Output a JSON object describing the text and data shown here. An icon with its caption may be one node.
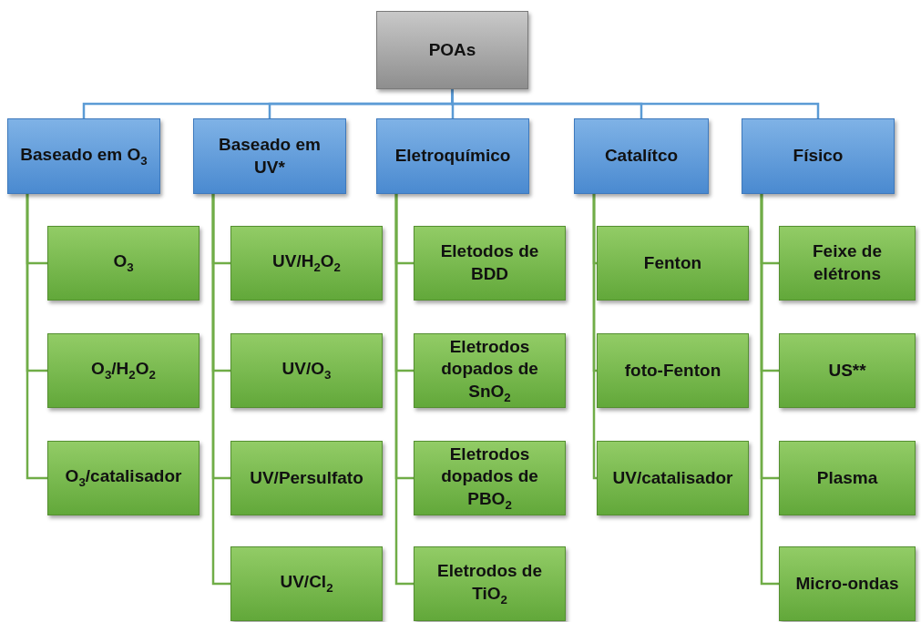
{
  "diagram": {
    "nodes": [
      {
        "text": [
          "POAs"
        ]
      },
      {
        "text": [
          "Baseado em O$_{3}$"
        ]
      },
      {
        "text": [
          "Baseado em UV*"
        ]
      },
      {
        "text": [
          "Eletroquímico"
        ]
      },
      {
        "text": [
          "Catalítco"
        ]
      },
      {
        "text": [
          "Físico"
        ]
      },
      {
        "text": [
          "O$_{3}$"
        ]
      },
      {
        "text": [
          "O$_{3}$/H$_{2}$O$_{2}$"
        ]
      },
      {
        "text": [
          "O$_{3}$/catalisador"
        ]
      },
      {
        "text": [
          "UV/H$_{2}$O$_{2}$"
        ]
      },
      {
        "text": [
          "UV/O$_{3}$"
        ]
      },
      {
        "text": [
          "UV/Persulfato"
        ]
      },
      {
        "text": [
          "UV/Cl$_{2}$"
        ]
      },
      {
        "text": [
          "Eletodos de BDD"
        ]
      },
      {
        "text": [
          "Eletrodos dopados de SnO$_{2}$"
        ]
      },
      {
        "text": [
          "Eletrodos dopados de PBO$_{2}$"
        ]
      },
      {
        "text": [
          "Eletrodos de TiO$_{2}$"
        ]
      },
      {
        "text": [
          "Fenton"
        ]
      },
      {
        "text": [
          "foto-Fenton"
        ]
      },
      {
        "text": [
          "UV/catalisador"
        ]
      },
      {
        "text": [
          "Feixe de elétrons"
        ]
      },
      {
        "text": [
          "US**"
        ]
      },
      {
        "text": [
          "Plasma"
        ]
      },
      {
        "text": [
          "Micro-ondas"
        ]
      }
    ],
    "edges": [
      {
        "from": 0,
        "to": 1,
        "arrow": "none",
        "color": "#5b9bd5"
      },
      {
        "from": 0,
        "to": 2,
        "arrow": "none",
        "color": "#5b9bd5"
      },
      {
        "from": 0,
        "to": 3,
        "arrow": "none",
        "color": "#5b9bd5"
      },
      {
        "from": 0,
        "to": 4,
        "arrow": "none",
        "color": "#5b9bd5"
      },
      {
        "from": 0,
        "to": 5,
        "arrow": "none",
        "color": "#5b9bd5"
      },
      {
        "from": 1,
        "to": 6,
        "arrow": "none"
      },
      {
        "from": 1,
        "to": 7,
        "arrow": "none"
      },
      {
        "from": 1,
        "to": 8,
        "arrow": "none"
      },
      {
        "from": 2,
        "to": 9,
        "arrow": "none"
      },
      {
        "from": 2,
        "to": 10,
        "arrow": "none"
      },
      {
        "from": 2,
        "to": 11,
        "arrow": "none"
      },
      {
        "from": 2,
        "to": 12,
        "arrow": "none"
      },
      {
        "from": 3,
        "to": 13,
        "arrow": "none"
      },
      {
        "from": 3,
        "to": 14,
        "arrow": "none"
      },
      {
        "from": 3,
        "to": 15,
        "arrow": "none"
      },
      {
        "from": 3,
        "to": 16,
        "arrow": "none"
      },
      {
        "from": 4,
        "to": 17,
        "arrow": "none"
      },
      {
        "from": 4,
        "to": 18,
        "arrow": "none"
      },
      {
        "from": 4,
        "to": 19,
        "arrow": "none"
      },
      {
        "from": 5,
        "to": 20,
        "arrow": "none"
      },
      {
        "from": 5,
        "to": 21,
        "arrow": "none"
      },
      {
        "from": 5,
        "to": 22,
        "arrow": "none"
      },
      {
        "from": 5,
        "to": 23,
        "arrow": "none"
      }
    ]
  }
}
